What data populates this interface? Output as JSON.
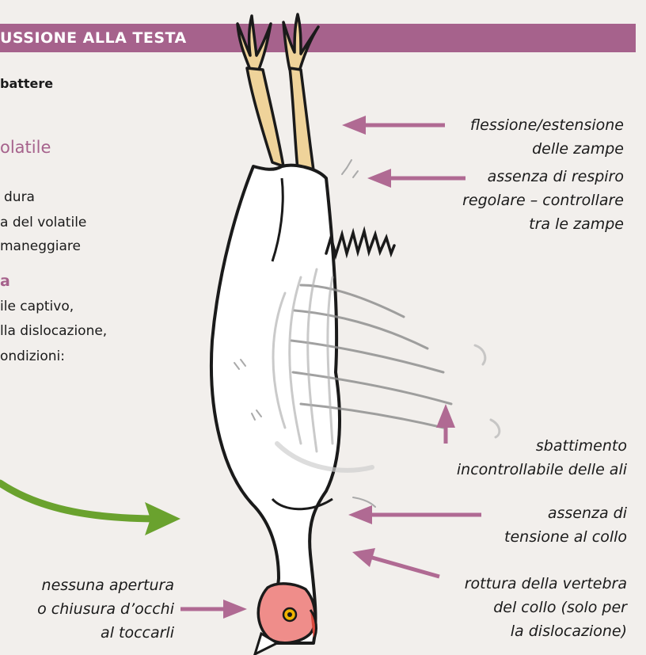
{
  "banner": {
    "title": "USSIONE ALLA TESTA"
  },
  "left_text": {
    "line1": "battere",
    "heading": "olatile",
    "para1": [
      "dura",
      "a del volatile",
      "maneggiare"
    ],
    "subheading": "a",
    "para2": [
      "ile captivo,",
      "lla dislocazione,",
      "ondizioni:"
    ]
  },
  "labels": {
    "legs": [
      "flessione/estensione",
      "delle zampe"
    ],
    "breath": [
      "assenza di respiro",
      "regolare – controllare",
      "tra le zampe"
    ],
    "wings": [
      "sbattimento",
      "incontrollabile delle ali"
    ],
    "neck_tension": [
      "assenza di",
      "tensione al collo"
    ],
    "vertebra": [
      "rottura della vertebra",
      "del collo (solo per",
      "la dislocazione)"
    ],
    "eyes": [
      "nessuna apertura",
      "o chiusura d’occhi",
      "al toccarli"
    ]
  },
  "colors": {
    "accent": "#a6628c",
    "arrow": "#b06a93",
    "green_arrow": "#6aa22e",
    "background": "#f2efec"
  }
}
